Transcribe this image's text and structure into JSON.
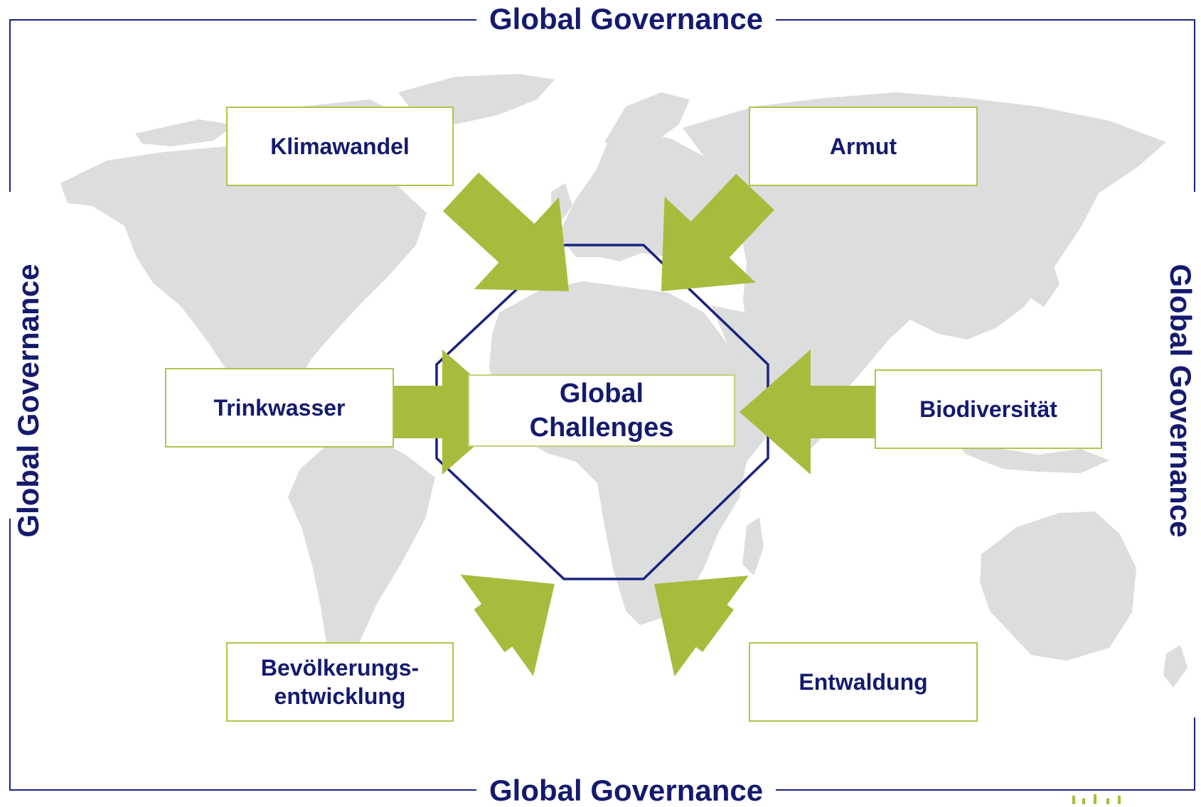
{
  "governance": {
    "top": "Global Governance",
    "bottom": "Global Governance",
    "left": "Global Governance",
    "right": "Global Governance"
  },
  "center": {
    "line1": "Global",
    "line2": "Challenges"
  },
  "challenges": {
    "klimawandel": "Klimawandel",
    "armut": "Armut",
    "trinkwasser": "Trinkwasser",
    "biodiversitaet": "Biodiversität",
    "bevoelkerung_line1": "Bevölkerungs-",
    "bevoelkerung_line2": "entwicklung",
    "entwaldung": "Entwaldung"
  },
  "colors": {
    "text_navy": "#141a6e",
    "frame_navy": "#1a237e",
    "arrow_green": "#a9bb3d",
    "box_border": "#b3c34a",
    "map_gray": "#dcdddd"
  }
}
